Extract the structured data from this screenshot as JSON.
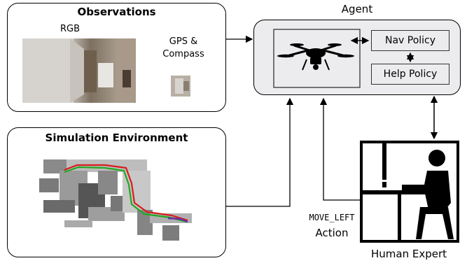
{
  "observations": {
    "title": "Observations",
    "rgb_label": "RGB",
    "gps_label_line1": "GPS &",
    "gps_label_line2": "Compass"
  },
  "simulation": {
    "title": "Simulation Environment"
  },
  "agent": {
    "title": "Agent",
    "nav_policy": "Nav Policy",
    "help_policy": "Help Policy"
  },
  "action": {
    "command": "MOVE_LEFT",
    "label": "Action"
  },
  "human": {
    "label": "Human Expert"
  },
  "colors": {
    "path_red": "#d81c1c",
    "path_green": "#22a822",
    "path_purple": "#6a2aa8",
    "agent_bg": "#ececee"
  }
}
